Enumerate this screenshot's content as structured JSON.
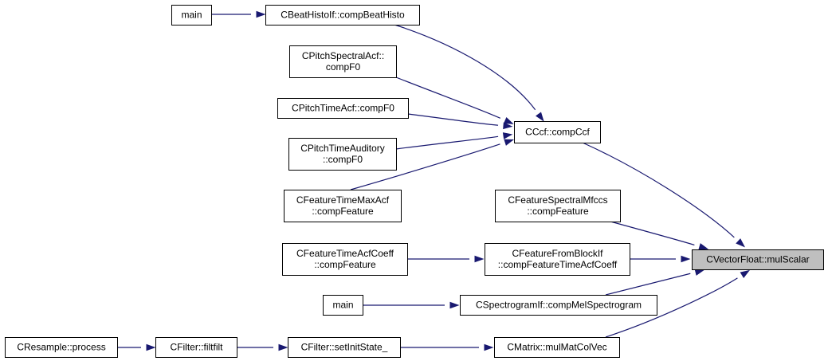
{
  "colors": {
    "edge": "#191970",
    "node_border": "#000000",
    "node_fill": "#ffffff",
    "focus_fill": "#bfbfbf"
  },
  "nodes": [
    {
      "id": "main1",
      "lines": [
        "main"
      ]
    },
    {
      "id": "beat",
      "lines": [
        "CBeatHistoIf::compBeatHisto"
      ]
    },
    {
      "id": "pitchspec",
      "lines": [
        "CPitchSpectralAcf::",
        "compF0"
      ]
    },
    {
      "id": "pitchtime",
      "lines": [
        "CPitchTimeAcf::compF0"
      ]
    },
    {
      "id": "ccf",
      "lines": [
        "CCcf::compCcf"
      ]
    },
    {
      "id": "pitchaud",
      "lines": [
        "CPitchTimeAuditory",
        "::compF0"
      ]
    },
    {
      "id": "ftmaxacf",
      "lines": [
        "CFeatureTimeMaxAcf",
        "::compFeature"
      ]
    },
    {
      "id": "fsmfccs",
      "lines": [
        "CFeatureSpectralMfccs",
        "::compFeature"
      ]
    },
    {
      "id": "ftacfcoeff",
      "lines": [
        "CFeatureTimeAcfCoeff",
        "::compFeature"
      ]
    },
    {
      "id": "ffbi",
      "lines": [
        "CFeatureFromBlockIf",
        "::compFeatureTimeAcfCoeff"
      ]
    },
    {
      "id": "vecmul",
      "lines": [
        "CVectorFloat::mulScalar"
      ]
    },
    {
      "id": "main2",
      "lines": [
        "main"
      ]
    },
    {
      "id": "specmel",
      "lines": [
        "CSpectrogramIf::compMelSpectrogram"
      ]
    },
    {
      "id": "resample",
      "lines": [
        "CResample::process"
      ]
    },
    {
      "id": "filtfilt",
      "lines": [
        "CFilter::filtfilt"
      ]
    },
    {
      "id": "setinit",
      "lines": [
        "CFilter::setInitState_"
      ]
    },
    {
      "id": "matmul",
      "lines": [
        "CMatrix::mulMatColVec"
      ]
    }
  ],
  "edges": [
    {
      "from": "main1",
      "to": "beat"
    },
    {
      "from": "beat",
      "to": "ccf"
    },
    {
      "from": "pitchspec",
      "to": "ccf"
    },
    {
      "from": "pitchtime",
      "to": "ccf"
    },
    {
      "from": "pitchaud",
      "to": "ccf"
    },
    {
      "from": "ftmaxacf",
      "to": "ccf"
    },
    {
      "from": "ccf",
      "to": "vecmul"
    },
    {
      "from": "fsmfccs",
      "to": "vecmul"
    },
    {
      "from": "ftacfcoeff",
      "to": "ffbi"
    },
    {
      "from": "ffbi",
      "to": "vecmul"
    },
    {
      "from": "main2",
      "to": "specmel"
    },
    {
      "from": "specmel",
      "to": "vecmul"
    },
    {
      "from": "resample",
      "to": "filtfilt"
    },
    {
      "from": "filtfilt",
      "to": "setinit"
    },
    {
      "from": "setinit",
      "to": "matmul"
    },
    {
      "from": "matmul",
      "to": "vecmul"
    }
  ]
}
